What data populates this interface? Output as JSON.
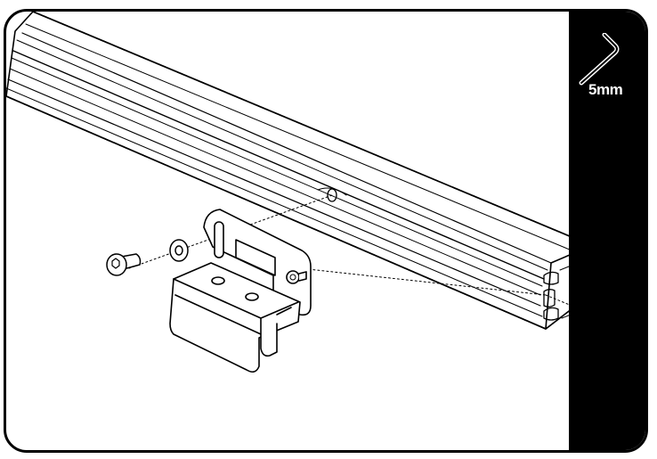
{
  "tool": {
    "icon": "hex-key-icon",
    "size_label": "5mm"
  },
  "parts": [
    "aluminum-rail",
    "mounting-bracket",
    "button-head-bolt",
    "washer"
  ],
  "colors": {
    "line": "#000000",
    "background": "#ffffff",
    "strip": "#000000"
  }
}
